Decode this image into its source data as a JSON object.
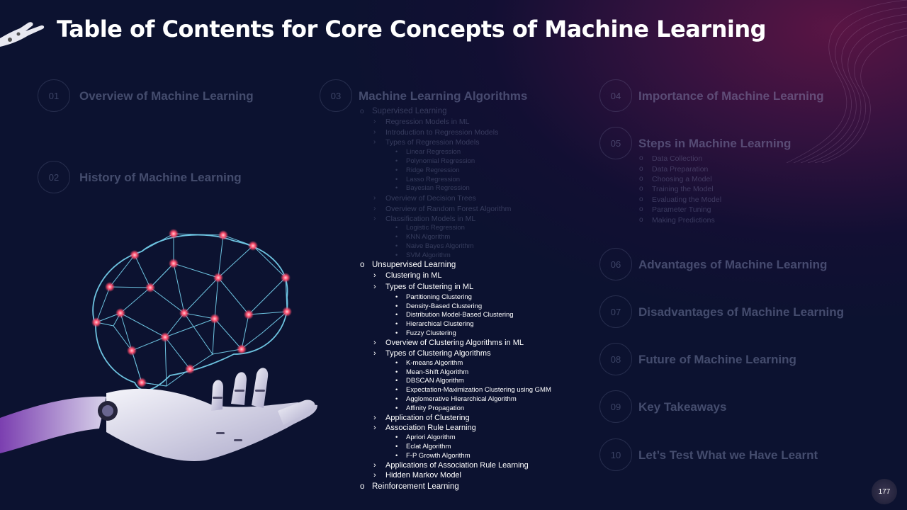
{
  "title": "Table of Contents for Core Concepts of Machine Learning",
  "page_number": "177",
  "sections": [
    {
      "num": "01",
      "title": "Overview of Machine Learning"
    },
    {
      "num": "02",
      "title": "History of Machine Learning"
    },
    {
      "num": "03",
      "title": "Machine Learning Algorithms"
    },
    {
      "num": "04",
      "title": "Importance of Machine Learning"
    },
    {
      "num": "05",
      "title": "Steps in Machine Learning"
    },
    {
      "num": "06",
      "title": "Advantages of Machine Learning"
    },
    {
      "num": "07",
      "title": "Disadvantages of Machine Learning"
    },
    {
      "num": "08",
      "title": "Future of Machine Learning"
    },
    {
      "num": "09",
      "title": "Key Takeaways"
    },
    {
      "num": "10",
      "title": "Let’s Test What we Have Learnt"
    }
  ],
  "steps": [
    "Data Collection",
    "Data Preparation",
    "Choosing a Model",
    "Training the Model",
    "Evaluating the Model",
    "Parameter Tuning",
    "Making Predictions"
  ],
  "supervised": {
    "label": "Supervised Learning",
    "items": [
      "Regression Models in ML",
      "Introduction to Regression Models",
      "Types of Regression Models",
      "Linear Regression",
      "Polynomial Regression",
      "Ridge Regression",
      "Lasso Regression",
      "Bayesian Regression",
      "Overview of Decision Trees",
      "Overview of Random Forest Algorithm",
      "Classification Models in ML",
      "Logistic Regression",
      "KNN Algorithm",
      "Naive Bayes Algorithm",
      "SVM Algorithm"
    ]
  },
  "unsupervised": {
    "label": "Unsupervised Learning",
    "clustering_in_ml": "Clustering in ML",
    "types_clustering_in_ml": "Types of Clustering in ML",
    "types_list": [
      "Partitioning Clustering",
      "Density-Based Clustering",
      "Distribution Model-Based Clustering",
      "Hierarchical Clustering",
      "Fuzzy Clustering"
    ],
    "overview_algorithms": "Overview of Clustering Algorithms in ML",
    "types_algorithms": "Types of Clustering Algorithms",
    "algorithms_list": [
      "K-means Algorithm",
      "Mean-Shift Algorithm",
      "DBSCAN Algorithm",
      "Expectation-Maximization Clustering using GMM",
      "Agglomerative Hierarchical Algorithm",
      "Affinity Propagation"
    ],
    "application_clustering": "Application of Clustering",
    "association_rule": "Association Rule Learning",
    "association_list": [
      "Apriori Algorithm",
      "Eclat Algorithm",
      "F-P Growth Algorithm"
    ],
    "applications_association": "Applications of Association Rule Learning",
    "hidden_markov": "Hidden Markov Model"
  },
  "reinforcement": "Reinforcement Learning",
  "markers": {
    "circle": "o",
    "chevron": "›",
    "bullet": "•"
  },
  "colors": {
    "background": "#0c1230",
    "accent_magenta": "#5a1544",
    "node_red": "#ff4d6d",
    "mesh_cyan": "#7fe3ff"
  }
}
